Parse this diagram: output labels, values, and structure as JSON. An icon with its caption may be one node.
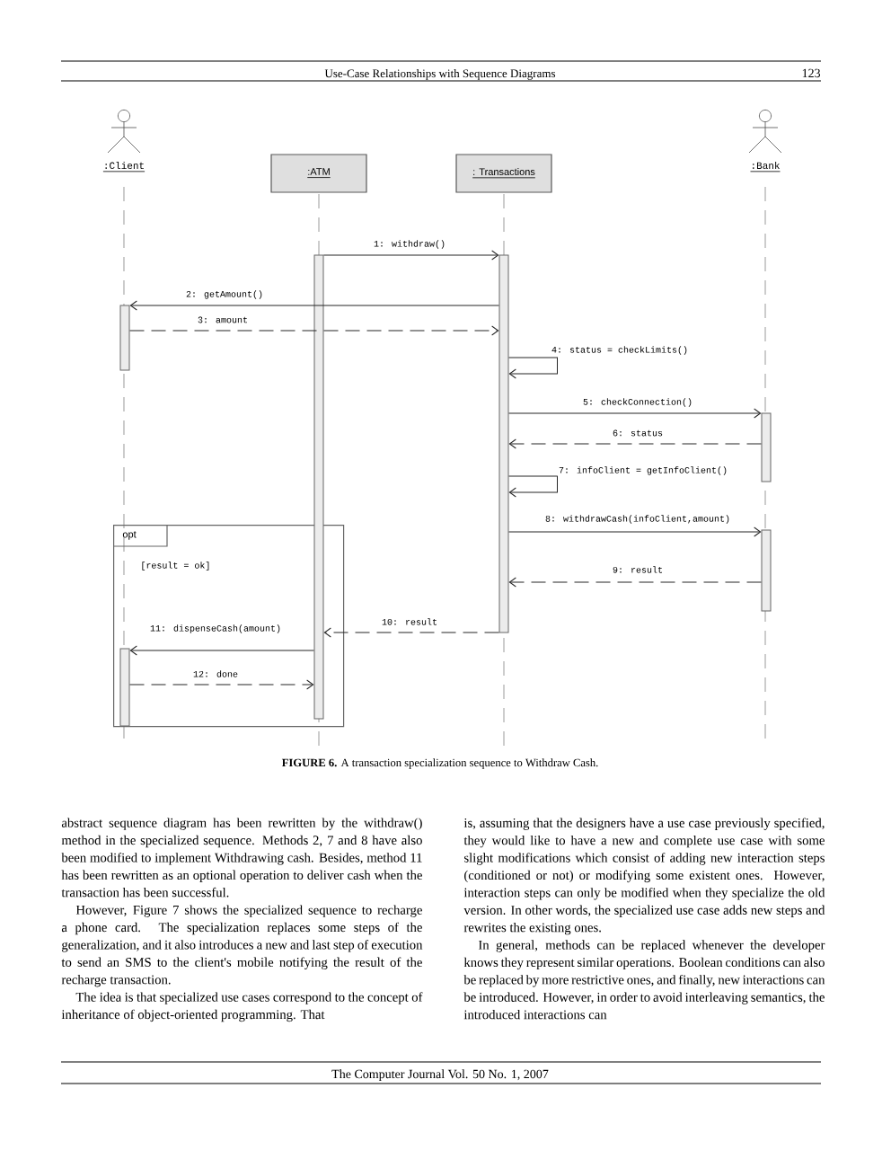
{
  "diagram": {
    "caption": "**FIGURE 6.** A transaction specialization sequence to Withdraw Cash.",
    "nodes": [
      {
        "text": [
          ":Client"
        ]
      },
      {
        "text": [
          ":ATM"
        ]
      },
      {
        "text": [
          ": Transactions"
        ]
      },
      {
        "text": [
          ":Bank"
        ]
      },
      {
        "text": [
          "opt",
          "[result = ok]"
        ]
      },
      {
        "text": [],
        "shape": "bar"
      },
      {
        "text": [],
        "shape": "bar"
      },
      {
        "text": [],
        "shape": "bar"
      },
      {
        "text": [],
        "shape": "bar"
      },
      {
        "text": [],
        "shape": "bar"
      },
      {
        "text": [],
        "shape": "bar",
        "in": 4
      }
    ],
    "edges": [
      {
        "from": 5,
        "to": 6,
        "arrow": "to",
        "label": "1: withdraw()"
      },
      {
        "from": 6,
        "to": 7,
        "arrow": "to",
        "label": "2: getAmount()"
      },
      {
        "from": 7,
        "to": 6,
        "arrow": "to",
        "label": "3: amount",
        "style": "dashed"
      },
      {
        "from": 6,
        "to": 6,
        "arrow": "to",
        "label": "4: status = checkLimits()"
      },
      {
        "from": 6,
        "to": 8,
        "arrow": "to",
        "label": "5: checkConnection()"
      },
      {
        "from": 8,
        "to": 6,
        "arrow": "to",
        "label": "6: status",
        "style": "dashed"
      },
      {
        "from": 6,
        "to": 6,
        "arrow": "to",
        "label": "7: infoClient = getInfoClient()"
      },
      {
        "from": 6,
        "to": 9,
        "arrow": "to",
        "label": "8: withdrawCash(infoClient,amount)"
      },
      {
        "from": 9,
        "to": 6,
        "arrow": "to",
        "label": "9: result",
        "style": "dashed"
      },
      {
        "from": 6,
        "to": 5,
        "arrow": "to",
        "label": "10: result",
        "style": "dashed"
      },
      {
        "from": 5,
        "to": 10,
        "arrow": "to",
        "label": "11: dispenseCash(amount)"
      },
      {
        "from": 10,
        "to": 5,
        "arrow": "to",
        "label": "12: done",
        "style": "dashed"
      }
    ],
    "labels": [
      "Use-Case Relationships with Sequence Diagrams",
      "123",
      "abstract sequence diagram has been rewritten by the withdraw() method in the specialized sequence. Methods 2, 7 and 8 have also been modified to implement Withdrawing cash. Besides, method 11 has been rewritten as an optional operation to deliver cash when the transaction has been successful.",
      "However, Figure 7 shows the specialized sequence to recharge a phone card. The specialization replaces some steps of the generalization, and it also introduces a new and last step of execution to send an SMS to the client's mobile notifying the result of the recharge transaction.",
      "The idea is that specialized use cases correspond to the concept of inheritance of object-oriented programming. That",
      "is, assuming that the designers have a use case previously specified, they would like to have a new and complete use case with some slight modifications which consist of adding new interaction steps (conditioned or not) or modifying some existent ones. However, interaction steps can only be modified when they specialize the old version. In other words, the specialized use case adds new steps and rewrites the existing ones.",
      "In general, methods can be replaced whenever the developer knows they represent similar operations. Boolean conditions can also be replaced by more restrictive ones, and finally, new interactions can be introduced. However, in order to avoid interleaving semantics, the introduced interactions can",
      "The Computer Journal Vol. 50 No. 1, 2007"
    ]
  }
}
